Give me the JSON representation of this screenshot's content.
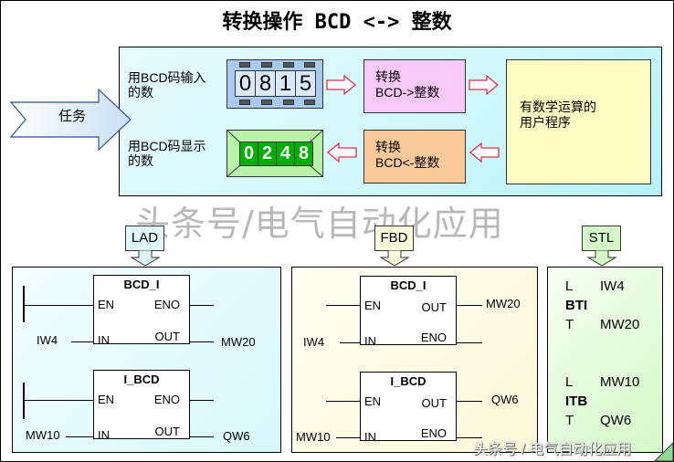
{
  "title": "转换操作 BCD <-> 整数",
  "task": {
    "label": "任务",
    "input_label": "用BCD码输入的数",
    "input_label_lines": [
      "用BCD码输入",
      "的数"
    ],
    "output_label_lines": [
      "用BCD码显示",
      "的数"
    ],
    "input_digits": [
      "0",
      "8",
      "1",
      "5"
    ],
    "output_digits": [
      "0",
      "2",
      "4",
      "8"
    ],
    "convert_in_lines": [
      "转换",
      "BCD->整数"
    ],
    "convert_out_lines": [
      "转换",
      "BCD<-整数"
    ],
    "program_lines": [
      "有数学运算的",
      "用户程序"
    ]
  },
  "watermark": "头条号/电气自动化应用",
  "bottom_watermark": "头条号 / 电气自动化应用",
  "tags": {
    "lad": "LAD",
    "fbd": "FBD",
    "stl": "STL"
  },
  "lad": {
    "block1": {
      "name": "BCD_I",
      "en": "EN",
      "eno": "ENO",
      "in": "IN",
      "out": "OUT",
      "in_signal": "IW4",
      "out_signal": "MW20"
    },
    "block2": {
      "name": "I_BCD",
      "en": "EN",
      "eno": "ENO",
      "in": "IN",
      "out": "OUT",
      "in_signal": "MW10",
      "out_signal": "QW6"
    }
  },
  "fbd": {
    "block1": {
      "name": "BCD_I",
      "en": "EN",
      "eno": "ENO",
      "in": "IN",
      "out": "OUT",
      "in_signal": "IW4",
      "out_signal": "MW20"
    },
    "block2": {
      "name": "I_BCD",
      "en": "EN",
      "eno": "ENO",
      "in": "IN",
      "out": "OUT",
      "in_signal": "MW10",
      "out_signal": "QW6"
    }
  },
  "stl": {
    "lines": [
      {
        "op": "L",
        "arg": "IW4"
      },
      {
        "op": "BTI",
        "arg": ""
      },
      {
        "op": "T",
        "arg": "MW20"
      },
      {
        "op": "L",
        "arg": "MW10"
      },
      {
        "op": "ITB",
        "arg": ""
      },
      {
        "op": "T",
        "arg": "QW6"
      }
    ]
  },
  "colors": {
    "panel_bg": "#cff7fb",
    "bcd_input": "#a8cbf2",
    "bcd_display": "#b7f2a8",
    "digit_green": "#00b000",
    "convert_in": "#f8c8f8",
    "convert_out": "#f9c99a",
    "program": "#fbfbc2",
    "arrow_red": "#e0304a"
  }
}
